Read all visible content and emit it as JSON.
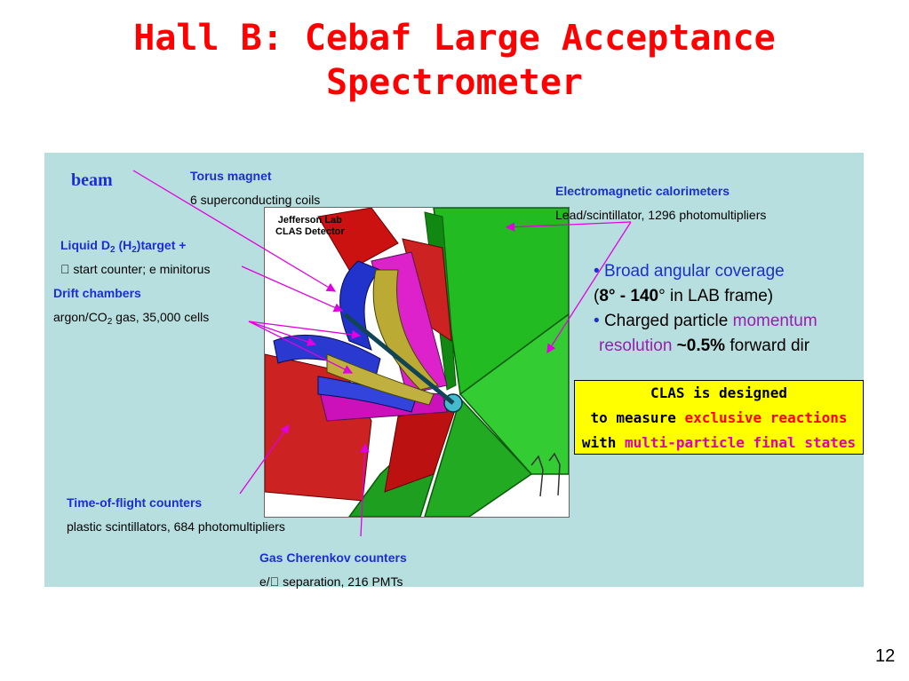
{
  "title": {
    "line1": "Hall B: Cebaf Large Acceptance",
    "line2": "Spectrometer"
  },
  "beam_label": "beam",
  "figure": {
    "caption_line1": "Jefferson Lab",
    "caption_line2": "CLAS Detector"
  },
  "labels": {
    "torus_title": "Torus magnet",
    "torus_desc": "6 superconducting coils",
    "target_title_a": "Liquid D",
    "target_sub_a": "2",
    "target_title_b": " (H",
    "target_sub_b": "2",
    "target_title_c": ")target +",
    "target_desc": " start counter; e minitorus",
    "drift_title": "Drift chambers",
    "drift_desc_a": "argon/CO",
    "drift_sub": "2",
    "drift_desc_b": " gas, 35,000 cells",
    "em_title": "Electromagnetic calorimeters",
    "em_desc": "Lead/scintillator, 1296 photomultipliers",
    "tof_title": "Time-of-flight counters",
    "tof_desc": "plastic scintillators, 684 photomultipliers",
    "cher_title": "Gas Cherenkov counters",
    "cher_desc": "e/ separation, 216 PMTs"
  },
  "bullets": {
    "b1_prefix": "• ",
    "b1_text": "Broad angular coverage",
    "b2_open": "(",
    "b2_bold1": "8",
    "b2_deg1": "° - ",
    "b2_bold2": "140",
    "b2_deg2": "°",
    "b2_rest": " in LAB frame)",
    "b3_prefix": "• ",
    "b3_text": "Charged particle ",
    "b3_hl": "momentum",
    "b4_hl": "resolution",
    "b4_bold": " ~0.5%",
    "b4_rest": " forward dir"
  },
  "callout": {
    "line1": "CLAS is designed",
    "line2_a": "to measure ",
    "line2_b": "exclusive reactions",
    "line3_a": "with ",
    "line3_b": "multi-particle final states"
  },
  "page_number": "12",
  "colors": {
    "title": "#ff0000",
    "label_blue": "#1a2fd0",
    "panel": "#b8dfe0",
    "callout_bg": "#ffff00",
    "arrow": "#e000e0"
  }
}
